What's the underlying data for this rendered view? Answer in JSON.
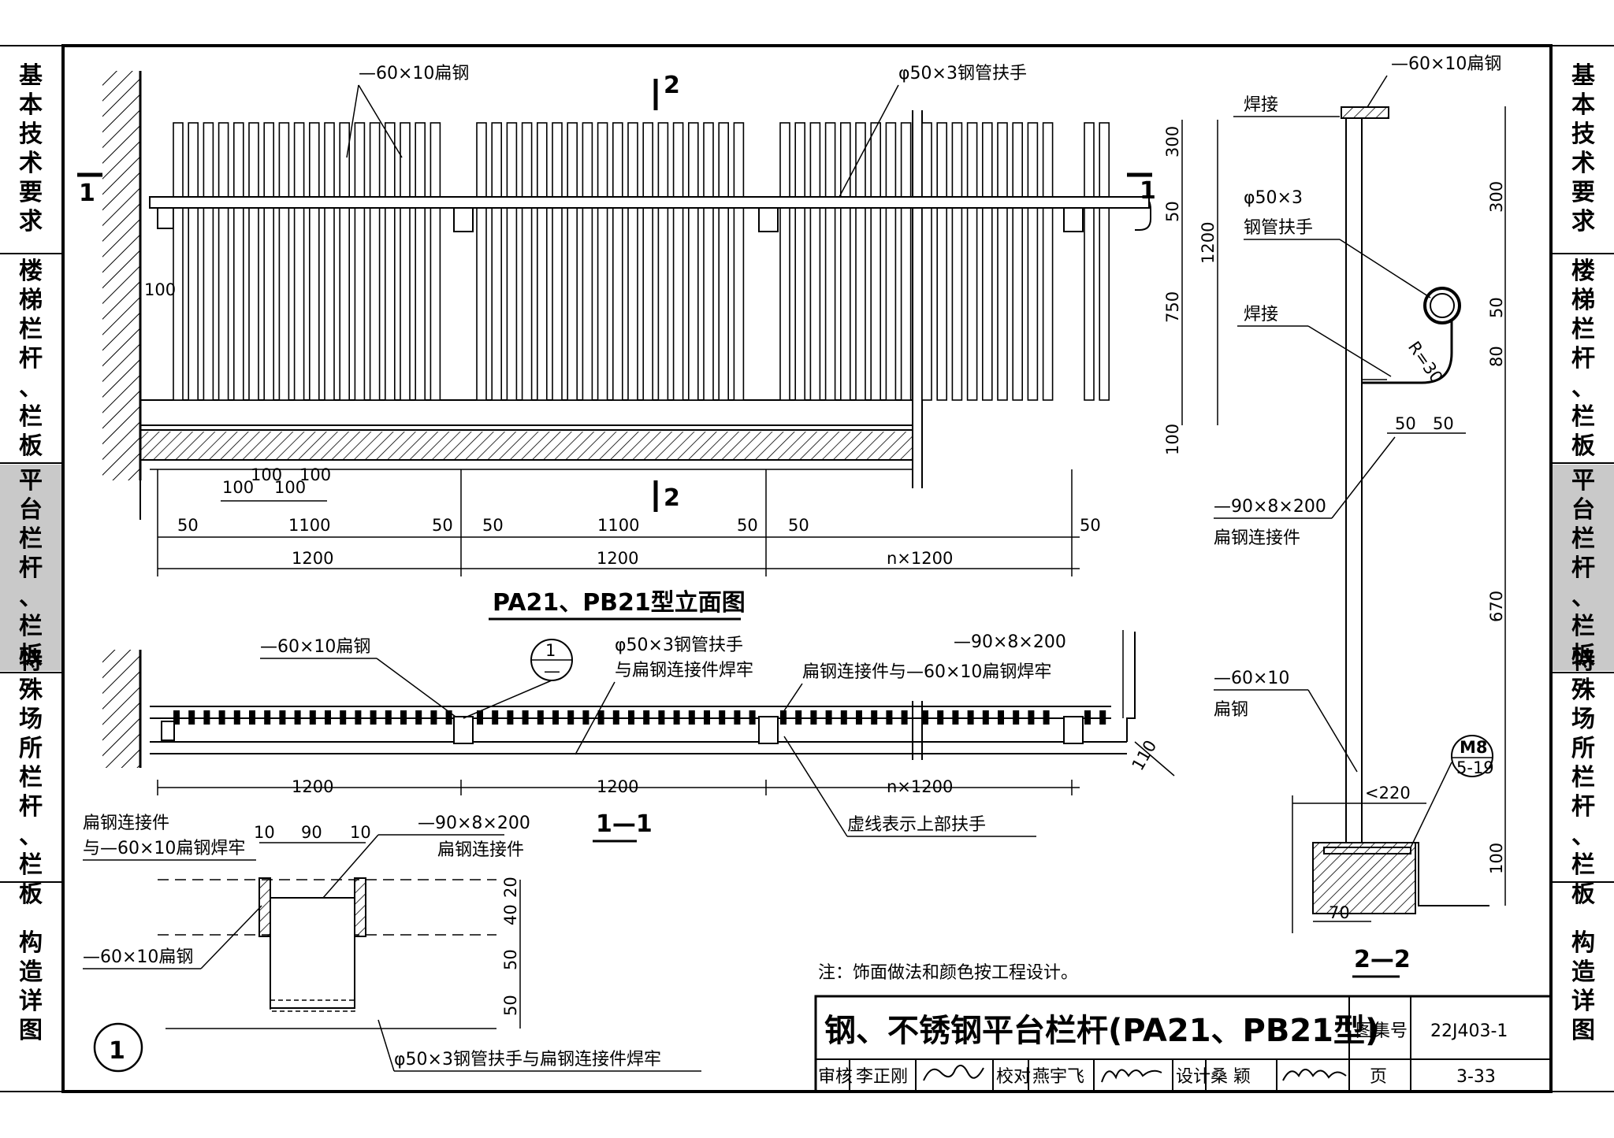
{
  "side_tabs": [
    "基本技术要求",
    "楼梯栏杆、栏板",
    "平台栏杆、栏板",
    "特殊场所栏杆、栏板",
    "构造详图"
  ],
  "active_tab": 2,
  "views": {
    "elevation_title": "PA21、PB21型立面图",
    "section_1_title": "1—1",
    "section_2_title": "2—2",
    "detail_number": "1",
    "section_mark_1": "1",
    "section_mark_2": "2",
    "callout_top": "1",
    "callout_bottom": "—",
    "m8_top": "M8",
    "m8_bottom": "5-19"
  },
  "labels": {
    "flat_steel_60x10": "—60×10扁钢",
    "pipe_handrail": "φ50×3钢管扶手",
    "weld": "焊接",
    "pipe_label_a": "φ50×3",
    "pipe_label_b": "钢管扶手",
    "connector_90": "—90×8×200",
    "connector_name": "扁钢连接件",
    "flat_60_a": "—60×10",
    "flat_60_b": "扁钢",
    "pipe_weld_a": "φ50×3钢管扶手",
    "pipe_weld_b": "与扁钢连接件焊牢",
    "conn_weld": "扁钢连接件与—60×10扁钢焊牢",
    "dashed_note": "虚线表示上部扶手",
    "d_conn_a": "扁钢连接件",
    "d_conn_b": "与—60×10扁钢焊牢",
    "d_conn_name": "扁钢连接件",
    "d_pipe_weld": "φ50×3钢管扶手与扁钢连接件焊牢",
    "radius": "R=30"
  },
  "dims": {
    "d300": "300",
    "d50": "50",
    "d1200": "1200",
    "d750": "750",
    "d100": "100",
    "d1100": "1100",
    "dn1200": "n×1200",
    "d670": "670",
    "d80": "80",
    "d220": "<220",
    "d70": "70",
    "d110": "110",
    "d10": "10",
    "d90": "90",
    "d20": "20",
    "d40": "40"
  },
  "note": "注：饰面做法和颜色按工程设计。",
  "title_block": {
    "title": "钢、不锈钢平台栏杆(PA21、PB21型)",
    "atlas_label": "图集号",
    "atlas_no": "22J403-1",
    "page_label": "页",
    "page_no": "3-33",
    "review_label": "审核",
    "reviewer": "李正刚",
    "check_label": "校对",
    "checker": "燕宇飞",
    "design_label": "设计",
    "designer": "桑 颖"
  }
}
